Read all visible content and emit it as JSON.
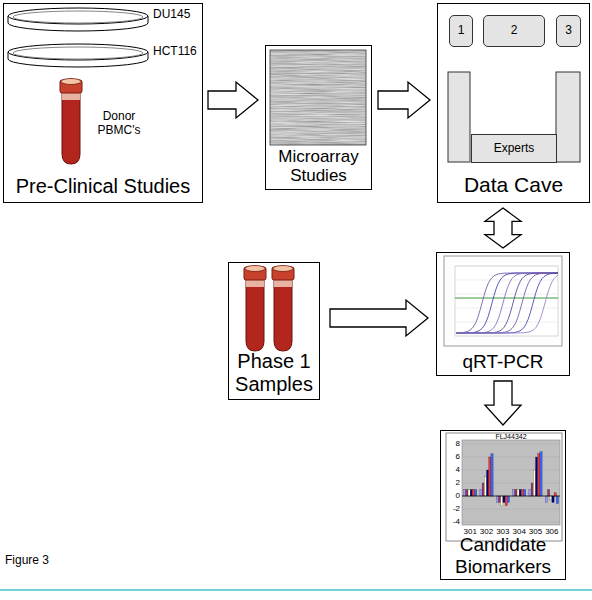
{
  "diagram": {
    "caption": "Figure 3",
    "nodes": [
      {
        "text": [
          "Pre-Clinical Studies"
        ]
      },
      {
        "text": [
          "Microarray Studies"
        ]
      },
      {
        "text": [
          "Data Cave"
        ]
      },
      {
        "text": [
          "1"
        ],
        "in": 2
      },
      {
        "text": [
          "2"
        ],
        "in": 2
      },
      {
        "text": [
          "3"
        ],
        "in": 2
      },
      {
        "text": [
          "Experts"
        ],
        "in": 2
      },
      {
        "text": [
          "Phase 1 Samples"
        ]
      },
      {
        "text": [
          "qRT-PCR"
        ]
      },
      {
        "text": [
          "Candidate Biomarkers"
        ]
      }
    ],
    "edges": [
      {
        "from": 0,
        "to": 1,
        "arrow": "to"
      },
      {
        "from": 1,
        "to": 2,
        "arrow": "to"
      },
      {
        "from": 2,
        "to": 8,
        "arrow": "both"
      },
      {
        "from": 7,
        "to": 8,
        "arrow": "to"
      },
      {
        "from": 8,
        "to": 9,
        "arrow": "to"
      }
    ],
    "labels": [
      "DU145",
      "HCT116",
      "Donor PBMC's",
      "FLJ44342",
      "8",
      "6",
      "4",
      "2",
      "0",
      "-2",
      "-4",
      "301",
      "302",
      "303",
      "304",
      "305",
      "306"
    ]
  }
}
